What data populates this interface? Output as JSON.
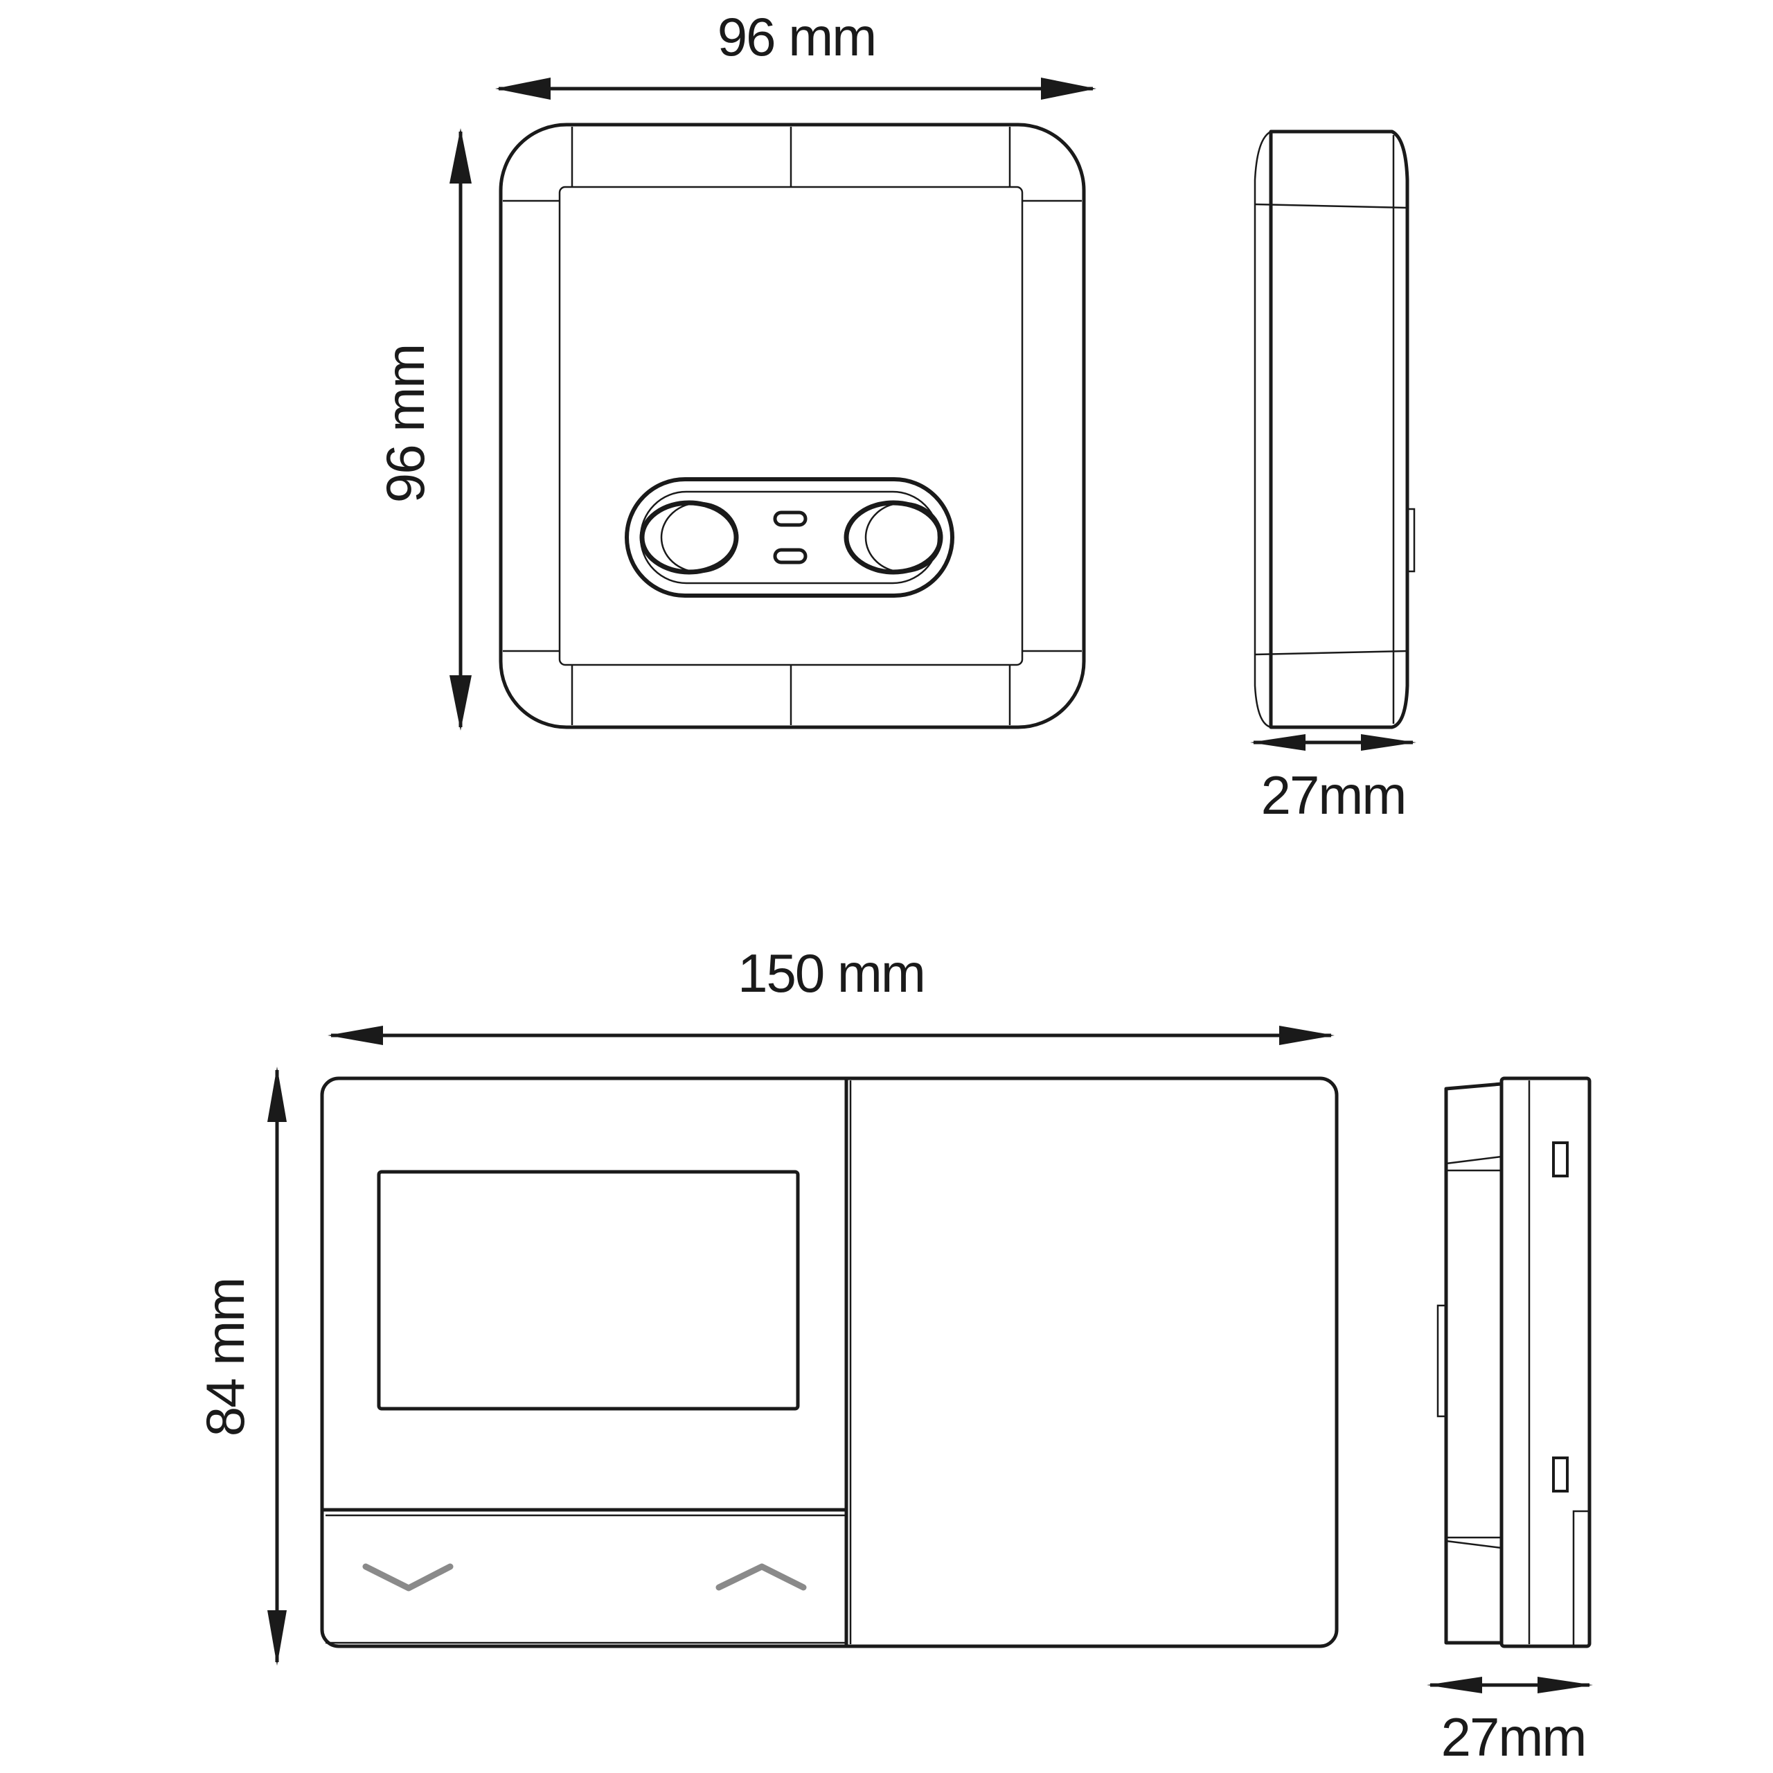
{
  "receiver": {
    "width_label": "96 mm",
    "height_label": "96 mm",
    "depth_label": "27mm"
  },
  "thermostat": {
    "width_label": "150 mm",
    "height_label": "84 mm",
    "depth_label": "27mm"
  }
}
